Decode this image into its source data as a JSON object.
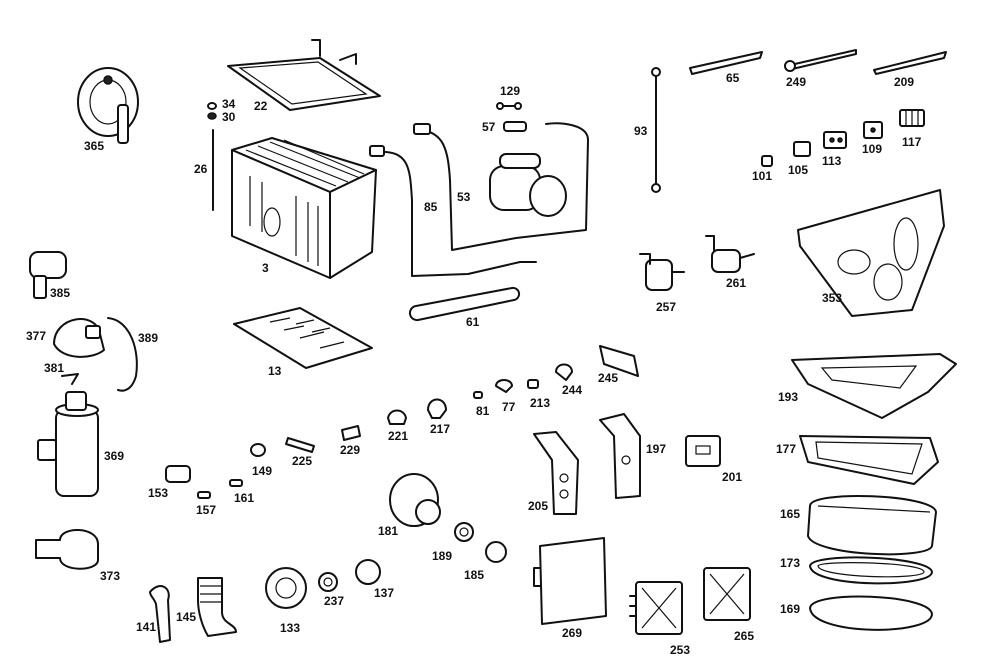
{
  "diagram": {
    "labels": [
      "365",
      "22",
      "34",
      "30",
      "26",
      "3",
      "129",
      "57",
      "85",
      "53",
      "93",
      "65",
      "249",
      "209",
      "117",
      "113",
      "109",
      "105",
      "101",
      "353",
      "385",
      "377",
      "389",
      "381",
      "369",
      "13",
      "61",
      "257",
      "261",
      "245",
      "244",
      "213",
      "77",
      "81",
      "217",
      "221",
      "229",
      "225",
      "149",
      "153",
      "157",
      "161",
      "193",
      "177",
      "197",
      "201",
      "205",
      "181",
      "189",
      "185",
      "137",
      "237",
      "133",
      "141",
      "145",
      "373",
      "269",
      "253",
      "265",
      "165",
      "173",
      "169"
    ]
  },
  "colors": {
    "ink": "#111111",
    "paper": "#ffffff"
  }
}
